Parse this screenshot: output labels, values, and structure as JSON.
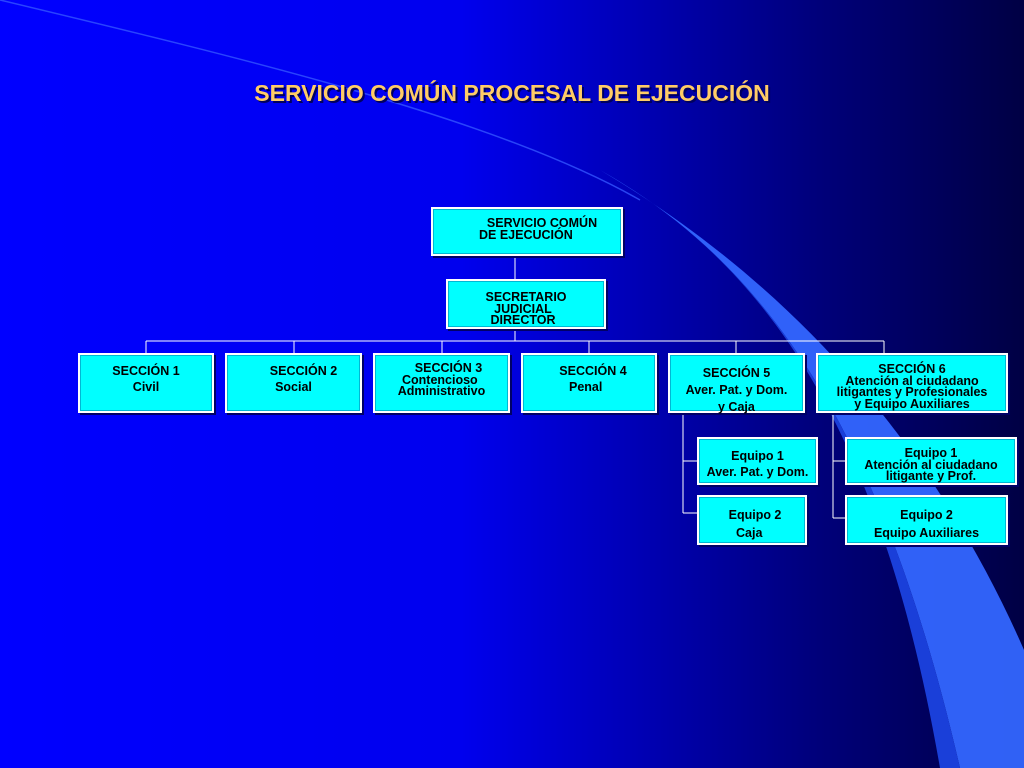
{
  "title": "SERVICIO COMÚN PROCESAL DE EJECUCIÓN",
  "colors": {
    "background": "#0000ff",
    "box_fill": "#00ffff",
    "title": "#ffcc66",
    "lines": "#ffffff",
    "swoosh": "#3366ff"
  },
  "nodes": {
    "root": {
      "lines": [
        "SERVICIO COMÚN",
        "DE EJECUCIÓN"
      ]
    },
    "secretario": {
      "lines": [
        "SECRETARIO",
        "JUDICIAL",
        "DIRECTOR"
      ]
    },
    "sec1": {
      "lines": [
        "SECCIÓN 1",
        "Civil"
      ]
    },
    "sec2": {
      "lines": [
        "SECCIÓN 2",
        "Social"
      ]
    },
    "sec3": {
      "lines": [
        "SECCIÓN 3",
        "Contencioso",
        "Administrativo"
      ]
    },
    "sec4": {
      "lines": [
        "SECCIÓN 4",
        "Penal"
      ]
    },
    "sec5": {
      "lines": [
        "SECCIÓN 5",
        "Aver. Pat. y Dom.",
        "y Caja"
      ]
    },
    "sec6": {
      "lines": [
        "SECCIÓN 6",
        "Atención al ciudadano",
        "litigantes y Profesionales",
        "y Equipo Auxiliares"
      ]
    },
    "eq5_1": {
      "lines": [
        "Equipo 1",
        "Aver. Pat. y Dom."
      ]
    },
    "eq5_2": {
      "lines": [
        "Equipo 2",
        "Caja"
      ]
    },
    "eq6_1": {
      "lines": [
        "Equipo 1",
        "Atención al ciudadano",
        "litigante y Prof."
      ]
    },
    "eq6_2": {
      "lines": [
        "Equipo 2",
        "Equipo Auxiliares"
      ]
    }
  }
}
